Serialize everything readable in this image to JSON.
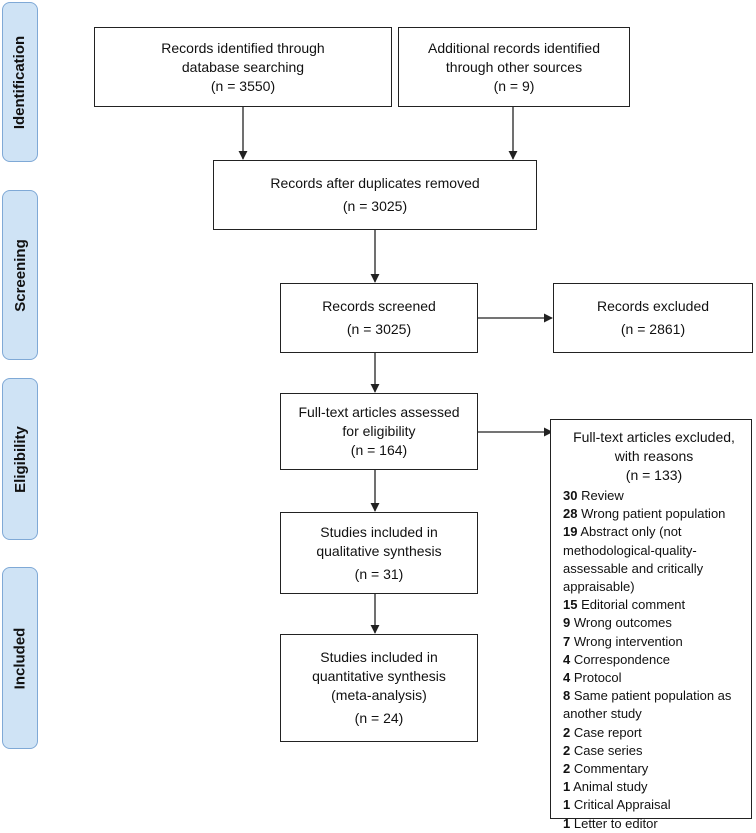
{
  "phases": {
    "identification": "Identification",
    "screening": "Screening",
    "eligibility": "Eligibility",
    "included": "Included"
  },
  "boxes": {
    "database": {
      "lines": [
        "Records identified through",
        "database searching"
      ],
      "n": "(n = 3550)"
    },
    "other_sources": {
      "lines": [
        "Additional records identified",
        "through other sources"
      ],
      "n": "(n = 9)"
    },
    "duplicates_removed": {
      "lines": [
        "Records after duplicates removed"
      ],
      "n": "(n = 3025)"
    },
    "screened": {
      "lines": [
        "Records screened"
      ],
      "n": "(n = 3025)"
    },
    "excluded": {
      "lines": [
        "Records excluded"
      ],
      "n": "(n = 2861)"
    },
    "full_text": {
      "lines": [
        "Full-text articles assessed",
        "for eligibility"
      ],
      "n": "(n = 164)"
    },
    "qualitative": {
      "lines": [
        "Studies included in",
        "qualitative synthesis"
      ],
      "n": "(n = 31)"
    },
    "quantitative": {
      "lines": [
        "Studies included in",
        "quantitative synthesis",
        "(meta-analysis)"
      ],
      "n": "(n = 24)"
    }
  },
  "exclusions": {
    "header": [
      "Full-text articles excluded,",
      "with reasons",
      "(n = 133)"
    ],
    "reasons": [
      {
        "count": "30",
        "text": "Review"
      },
      {
        "count": "28",
        "text": "Wrong patient population"
      },
      {
        "count": "19",
        "text": "Abstract only (not methodological-quality-assessable and critically appraisable)"
      },
      {
        "count": "15",
        "text": "Editorial comment"
      },
      {
        "count": "9",
        "text": "Wrong outcomes"
      },
      {
        "count": "7",
        "text": "Wrong intervention"
      },
      {
        "count": "4",
        "text": "Correspondence"
      },
      {
        "count": "4",
        "text": "Protocol"
      },
      {
        "count": "8",
        "text": "Same patient population as another study"
      },
      {
        "count": "2",
        "text": "Case report"
      },
      {
        "count": "2",
        "text": "Case series"
      },
      {
        "count": "2",
        "text": "Commentary"
      },
      {
        "count": "1",
        "text": "Animal study"
      },
      {
        "count": "1",
        "text": "Critical Appraisal"
      },
      {
        "count": "1",
        "text": "Letter to editor"
      }
    ]
  },
  "colors": {
    "phase_fill": "#cfe3f5",
    "phase_border": "#7fa9d6",
    "line": "#222222"
  }
}
